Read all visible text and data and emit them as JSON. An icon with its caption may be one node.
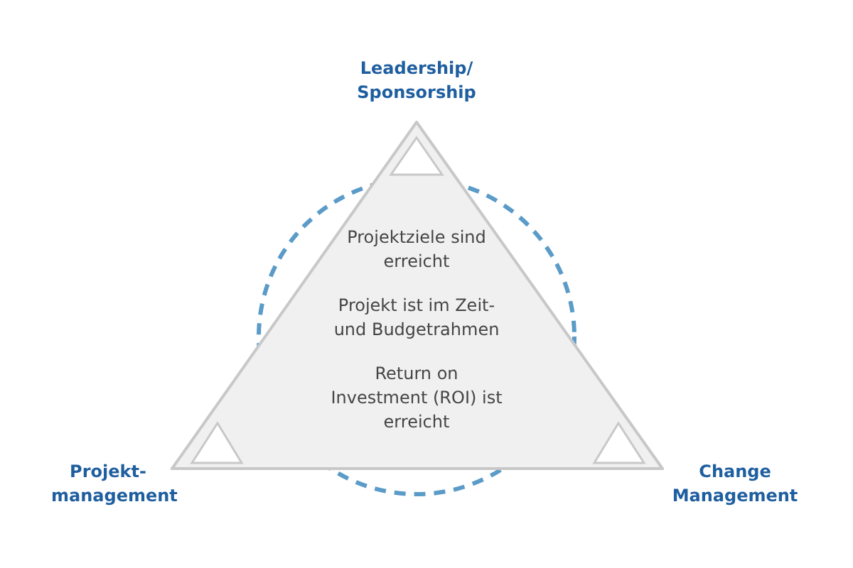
{
  "diagram": {
    "nodes": [
      {
        "text": [
          "Projektziele sind erreicht",
          "Projekt ist im Zeit- und Budgetrahmen",
          "Return on Investment (ROI) ist erreicht"
        ]
      }
    ],
    "labels": [
      "Leadership/ Sponsorship",
      "Projekt- management",
      "Change Management"
    ]
  }
}
